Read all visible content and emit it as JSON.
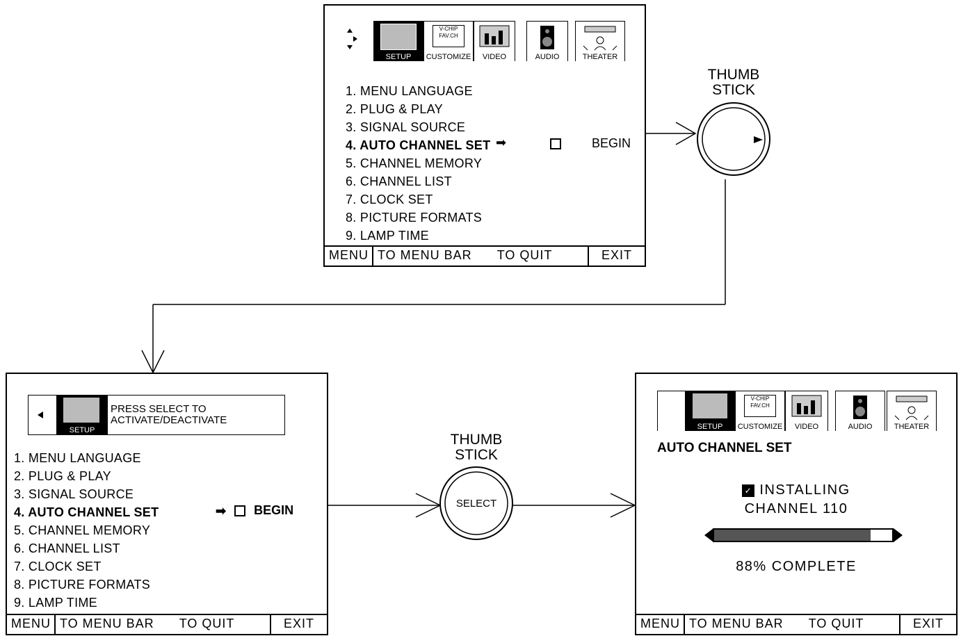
{
  "tabs": [
    {
      "label": "SETUP",
      "icon": "tv-setup-icon"
    },
    {
      "label": "CUSTOMIZE",
      "icon": "vchip-icon",
      "icon_text": [
        "V-CHIP",
        "FAV.CH"
      ]
    },
    {
      "label": "VIDEO",
      "icon": "video-bars-icon"
    },
    {
      "label": "AUDIO",
      "icon": "speaker-icon"
    },
    {
      "label": "THEATER",
      "icon": "theater-icon"
    }
  ],
  "menu_items": [
    "1. MENU LANGUAGE",
    "2. PLUG & PLAY",
    "3. SIGNAL SOURCE",
    "4. AUTO CHANNEL SET",
    "5. CHANNEL MEMORY",
    "6. CHANNEL LIST",
    "7. CLOCK SET",
    "8. PICTURE FORMATS",
    "9. LAMP TIME"
  ],
  "begin_label": "BEGIN",
  "footer": {
    "menu": "MENU",
    "to_menu_bar": "TO MENU BAR",
    "to_quit": "TO QUIT",
    "exit": "EXIT"
  },
  "press_select_line1": "PRESS SELECT TO",
  "press_select_line2": "ACTIVATE/DEACTIVATE",
  "thumb_stick_line1": "THUMB",
  "thumb_stick_line2": "STICK",
  "select_button": "SELECT",
  "auto_channel_title": "AUTO CHANNEL SET",
  "installing": "INSTALLING",
  "channel_line": "CHANNEL 110",
  "progress_percent": 88,
  "complete_text": "88% COMPLETE"
}
